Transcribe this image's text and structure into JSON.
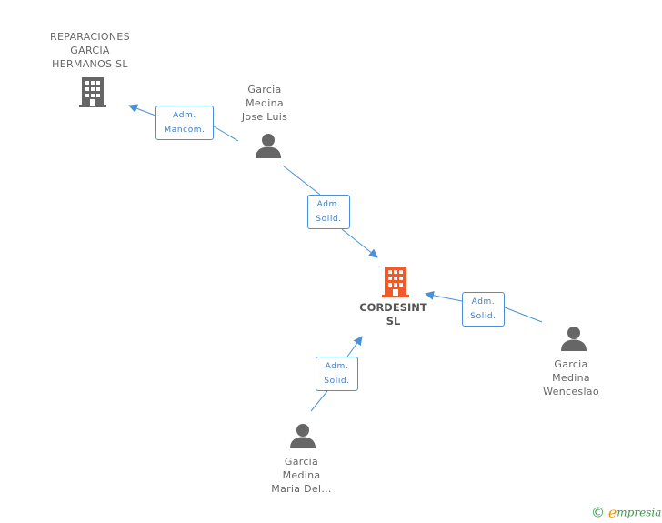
{
  "colors": {
    "edge": "#4a90d9",
    "node_icon": "#666666",
    "focus_icon": "#f05a28",
    "label_text": "#666666",
    "brand_green": "#3a9a4a",
    "brand_orange": "#f39200"
  },
  "nodes": {
    "reparaciones": {
      "type": "company",
      "icon": "building-icon",
      "lines": [
        "REPARACIONES",
        "GARCIA",
        "HERMANOS  SL"
      ]
    },
    "jose_luis": {
      "type": "person",
      "icon": "person-icon",
      "lines": [
        "Garcia",
        "Medina",
        "Jose Luis"
      ]
    },
    "cordesint": {
      "type": "company",
      "icon": "building-icon",
      "focus": true,
      "lines": [
        "CORDESINT",
        "SL"
      ]
    },
    "wenceslao": {
      "type": "person",
      "icon": "person-icon",
      "lines": [
        "Garcia",
        "Medina",
        "Wenceslao"
      ]
    },
    "maria": {
      "type": "person",
      "icon": "person-icon",
      "lines": [
        "Garcia",
        "Medina",
        "Maria Del..."
      ]
    }
  },
  "edges": [
    {
      "from": "jose_luis",
      "to": "reparaciones",
      "lines": [
        "Adm.",
        "Mancom."
      ]
    },
    {
      "from": "jose_luis",
      "to": "cordesint",
      "lines": [
        "Adm.",
        "Solid."
      ]
    },
    {
      "from": "wenceslao",
      "to": "cordesint",
      "lines": [
        "Adm.",
        "Solid."
      ]
    },
    {
      "from": "maria",
      "to": "cordesint",
      "lines": [
        "Adm.",
        "Solid."
      ]
    }
  ],
  "brand": {
    "copyright": "©",
    "e": "e",
    "rest": "mpresia"
  }
}
